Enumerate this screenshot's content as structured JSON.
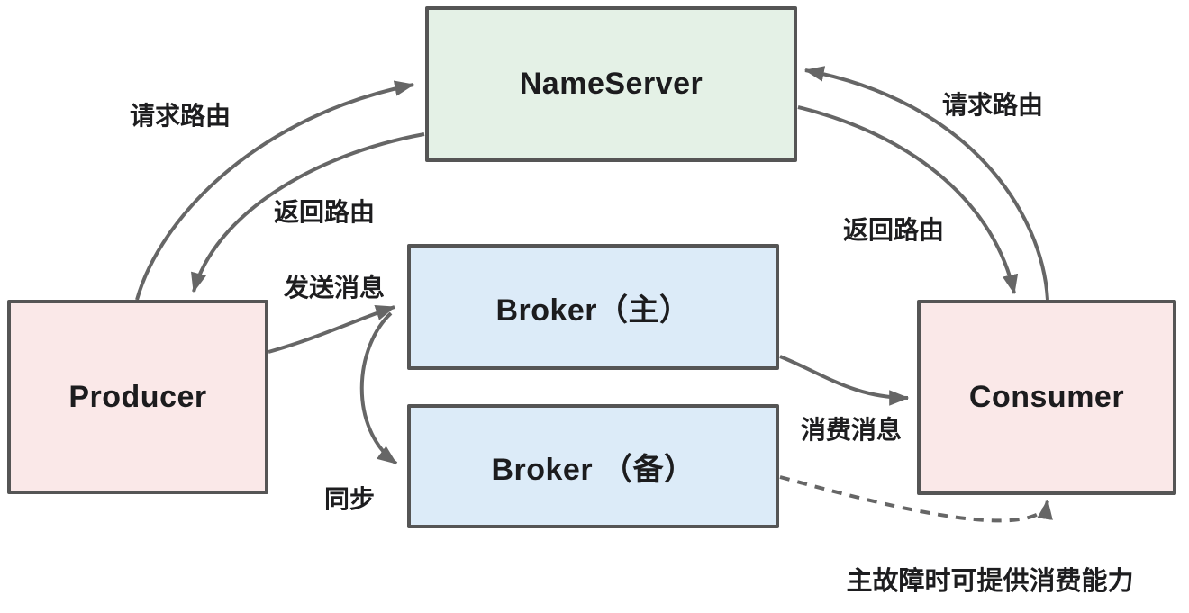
{
  "diagram": {
    "nodes": {
      "nameserver": {
        "label": "NameServer",
        "fill": "#e4f1e6"
      },
      "producer": {
        "label": "Producer",
        "fill": "#fae8e8"
      },
      "consumer": {
        "label": "Consumer",
        "fill": "#fae8e8"
      },
      "broker_master": {
        "label": "Broker（主）",
        "fill": "#dcebf8"
      },
      "broker_slave": {
        "label": "Broker （备）",
        "fill": "#dcebf8"
      }
    },
    "edges": {
      "producer_to_nameserver": {
        "label": "请求路由",
        "style": "solid",
        "from": "producer",
        "to": "nameserver"
      },
      "nameserver_to_producer": {
        "label": "返回路由",
        "style": "solid",
        "from": "nameserver",
        "to": "producer"
      },
      "consumer_to_nameserver": {
        "label": "请求路由",
        "style": "solid",
        "from": "consumer",
        "to": "nameserver"
      },
      "nameserver_to_consumer": {
        "label": "返回路由",
        "style": "solid",
        "from": "nameserver",
        "to": "consumer"
      },
      "producer_to_broker_master": {
        "label": "发送消息",
        "style": "solid",
        "from": "producer",
        "to": "broker_master"
      },
      "broker_master_to_broker_slave": {
        "label": "同步",
        "style": "solid",
        "from": "broker_master",
        "to": "broker_slave"
      },
      "broker_master_to_consumer": {
        "label": "消费消息",
        "style": "solid",
        "from": "broker_master",
        "to": "consumer"
      },
      "broker_slave_to_consumer": {
        "label": "主故障时可提供消费能力",
        "style": "dashed",
        "from": "broker_slave",
        "to": "consumer"
      }
    },
    "colors": {
      "node_border": "#555555",
      "arrow": "#666666",
      "text": "#1c1c1e",
      "background": "#ffffff"
    }
  }
}
